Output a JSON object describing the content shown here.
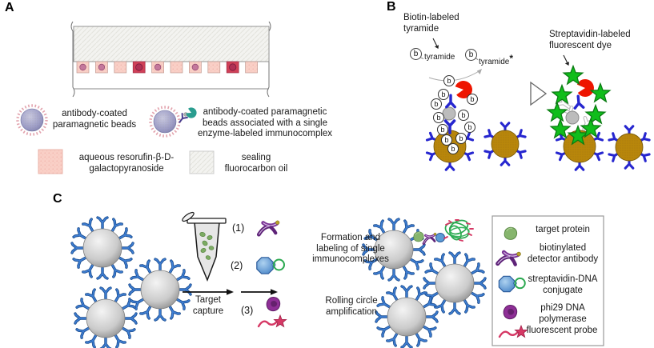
{
  "panels": {
    "A": {
      "label": "A",
      "legend_bead": "antibody-coated\nparamagnetic beads",
      "legend_complex": "antibody-coated paramagnetic\nbeads associated with a single\nenzyme-labeled immunocomplex",
      "legend_substrate": "aqueous resorufin-β-D-\ngalactopyranoside",
      "legend_oil": "sealing\nfluorocarbon oil"
    },
    "B": {
      "label": "B",
      "biotin_label": "Biotin-labeled\ntyramide",
      "strep_label": "Streptavidin-labeled\nfluorescent dye",
      "tyramide_left": "tyramide",
      "tyramide_right": "tyramide",
      "tyramide_star": "*",
      "biotin_symbol": "b"
    },
    "C": {
      "label": "C",
      "target_capture": "Target\ncapture",
      "steps": [
        "(1)",
        "(2)",
        "(3)"
      ],
      "formation_label": "Formation and\nlabeling of single\nimmunocomplexes",
      "rca_label": "Rolling circle\namplification",
      "legend": {
        "target_protein": "target protein",
        "detector_antibody": "biotinylated\ndetector antibody",
        "streptavidin_dna": "streptavidin-DNA\nconjugate",
        "phi29": "phi29 DNA\npolymerase",
        "fluorescent_probe": "fluorescent probe"
      }
    }
  },
  "colors": {
    "bead_brown": "#b8860b",
    "antibody_blue": "#2626cf",
    "antibody_steel": "#2f6fc4",
    "enzyme_red": "#ee1500",
    "enzyme_teal": "#2a9d8f",
    "star_green": "#10bd1b",
    "well_pink": "#f9cfc6",
    "active_well_red": "#d04058",
    "detector_purple": "#6b2a84",
    "probe_crimson": "#d63865",
    "dna_green": "#2aa84f",
    "streptavidin_blue": "#5b9bd5",
    "phi29_purple": "#8e2f96",
    "target_green": "#86b56d"
  }
}
